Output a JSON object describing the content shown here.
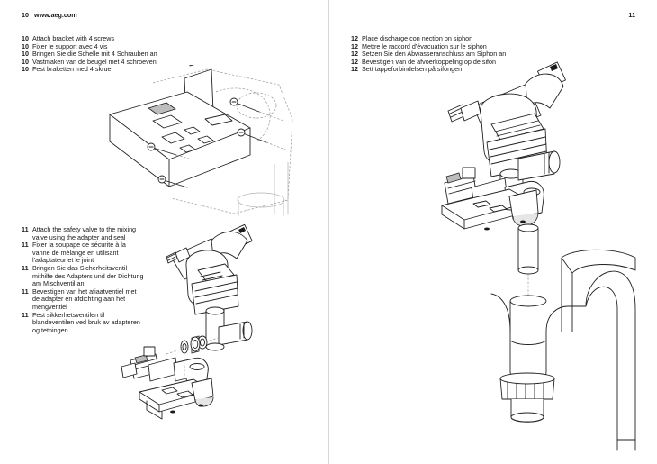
{
  "left_page": {
    "page_number": "10",
    "url": "www.aeg.com",
    "step10": {
      "number": "10",
      "lines": [
        "Attach bracket with 4 screws",
        "Fixer le support avec 4 vis",
        "Bringen Sie die Schelle mit 4 Schrauben an",
        "Vastmaken van de beugel met 4 schroeven",
        "Fest braketten med 4 skruer"
      ]
    },
    "step11": {
      "number": "11",
      "lines": [
        "Attach the safety valve to the mixing valve using the adapter and seal",
        "Fixer la soupape de sécurité à la vanne de mélange en utilisant l'adaptateur et le joint",
        "Bringen Sie das Sicherheitsventil mithilfe des Adapters und der Dichtung am Mischventil an",
        "Bevestigen van het afiaatventiel met de adapter en afdichting aan het mengventiel",
        "Fest sikkerhetsventilen til blandeventilen ved bruk av adapteren og tetningen"
      ]
    }
  },
  "right_page": {
    "page_number": "11",
    "step12": {
      "number": "12",
      "lines": [
        "Place discharge con nection on siphon",
        "Mettre le raccord d'évacuation sur le siphon",
        "Setzen Sie den Abwasseranschluss am Siphon an",
        "Bevestigen van de afvoerkoppeling op de sifon",
        "Sett tappeforbindelsen på sifongen"
      ]
    }
  }
}
